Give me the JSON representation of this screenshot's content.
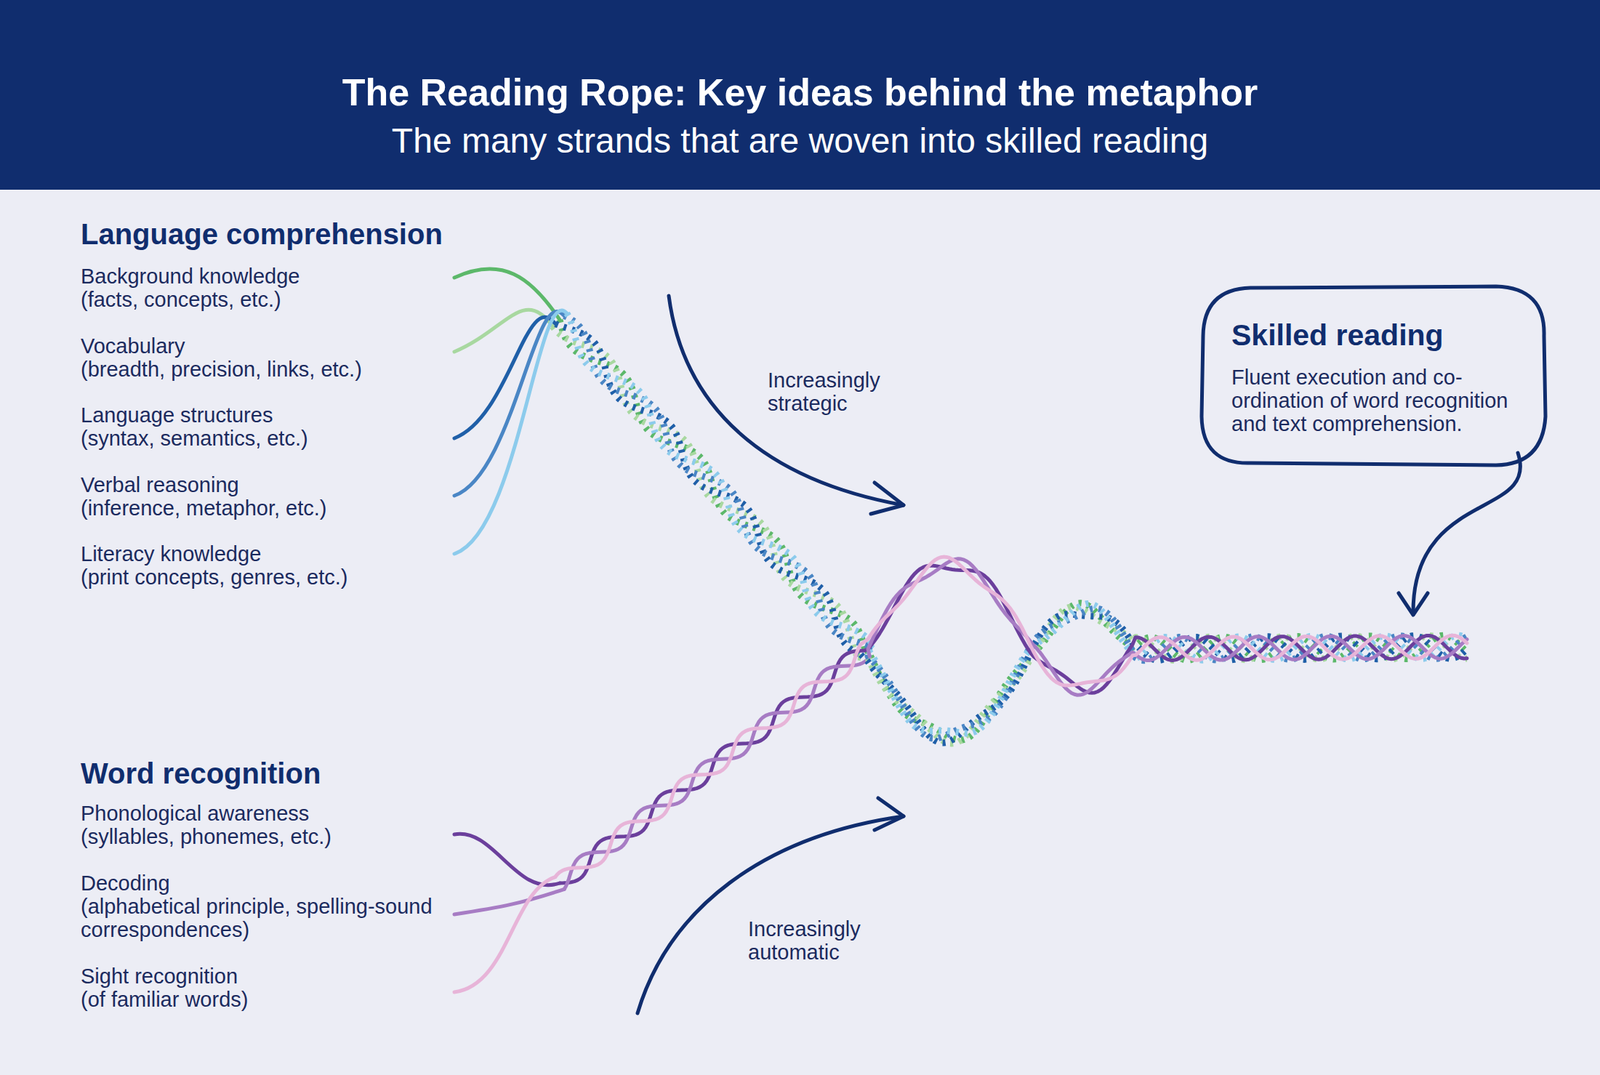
{
  "diagram": {
    "title": "The Reading Rope: Key ideas behind the metaphor",
    "nodes": [
      {
        "text": [
          "Skilled reading",
          "Fluent execution and co-ordination of word recognition and text comprehension."
        ]
      }
    ],
    "labels": [
      "The many strands that are woven into skilled reading",
      "Language comprehension",
      "Background knowledge",
      "(facts, concepts, etc.)",
      "Vocabulary",
      "(breadth, precision, links, etc.)",
      "Language structures",
      "(syntax, semantics, etc.)",
      "Verbal reasoning",
      "(inference, metaphor, etc.)",
      "Literacy knowledge",
      "(print concepts, genres, etc.)",
      "Word recognition",
      "Phonological awareness",
      "(syllables, phonemes, etc.)",
      "Decoding",
      "(alphabetical principle, spelling-sound correspondences)",
      "Sight recognition",
      "(of familiar words)",
      "Increasingly strategic",
      "Increasingly automatic"
    ]
  }
}
